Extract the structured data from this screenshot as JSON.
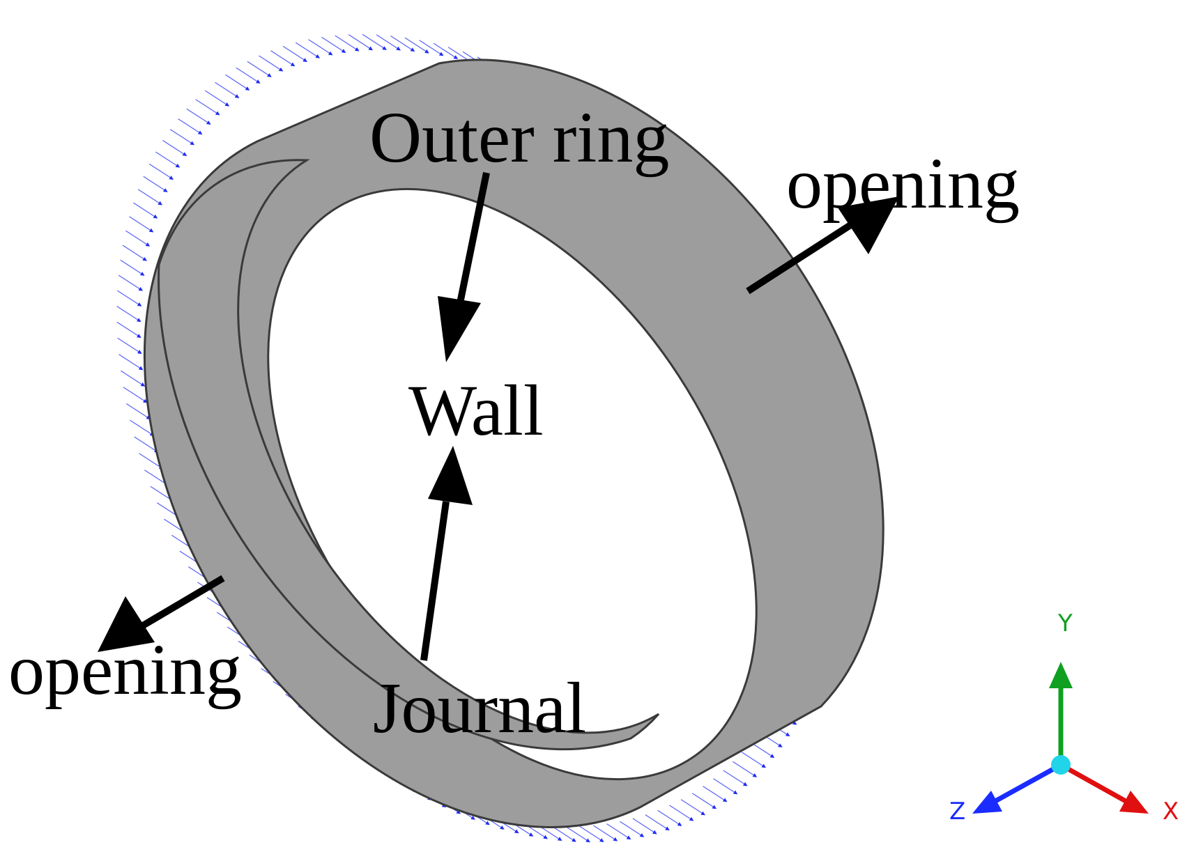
{
  "labels": {
    "outer_ring": "Outer ring",
    "wall": "Wall",
    "journal": "Journal",
    "opening_right": "opening",
    "opening_left": "opening"
  },
  "triad": {
    "x": "X",
    "y": "Y",
    "z": "Z",
    "x_color": "#e01010",
    "y_color": "#10a020",
    "z_color": "#1a2cff",
    "origin_color": "#22d4e8"
  },
  "colors": {
    "ring_face": "#9d9d9d",
    "edge": "#3a3a3a",
    "vector": "#1f2cf0",
    "annotation_arrow": "#000000"
  }
}
